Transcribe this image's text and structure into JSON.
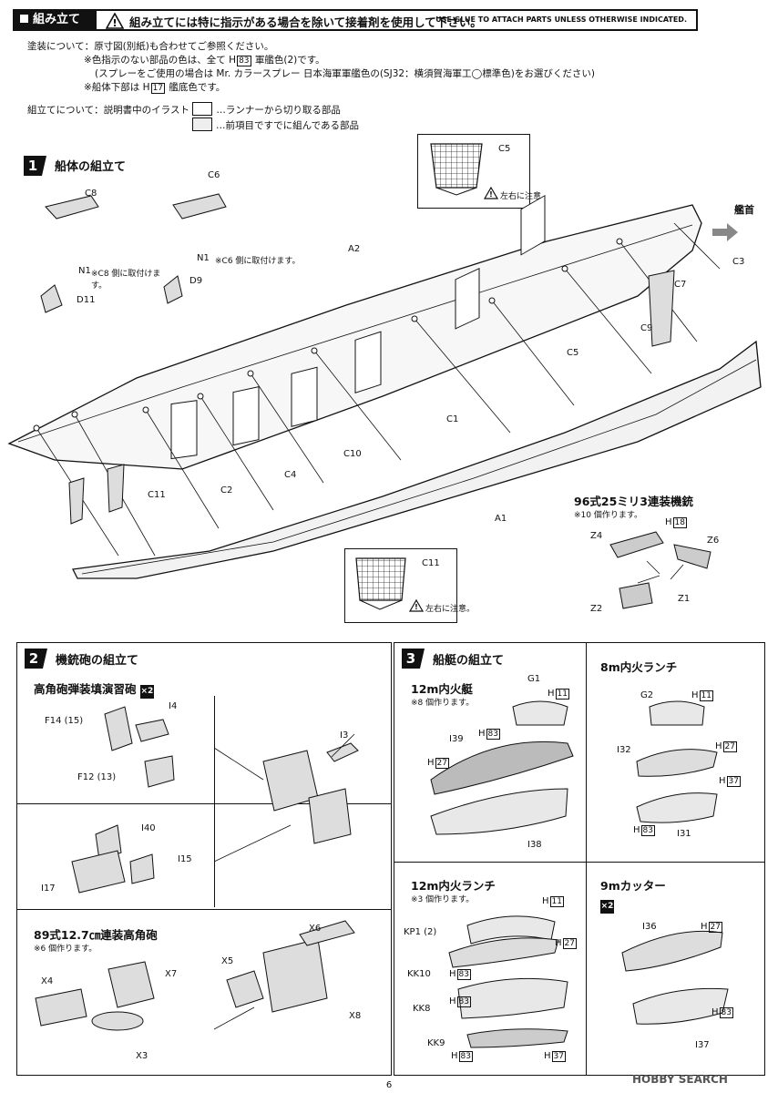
{
  "header": {
    "section_label": "組み立て",
    "warning_text": "組み立てには特に指示がある場合を除いて接着剤を使用して下さい。",
    "warning_text_en": "USE GLUE TO ATTACH PARTS UNLESS OTHERWISE INDICATED."
  },
  "painting": {
    "label": "塗装について：",
    "line1": "原寸図(別紙)も合わせてご参照ください。",
    "line2_pre": "※色指示のない部品の色は、全て",
    "line2_h": "H",
    "line2_code": "83",
    "line2_post": "軍艦色(2)です。",
    "line3": "(スプレーをご使用の場合は Mr. カラースプレー 日本海軍軍艦色の(SJ32：横須賀海軍工◯標準色)をお選びください)",
    "line4_pre": "※船体下部は",
    "line4_h": "H",
    "line4_code": "17",
    "line4_post": "艦底色です。"
  },
  "assembly_legend": {
    "label": "組立てについて：",
    "intro": "説明書中のイラスト",
    "item1": "…ランナーから切り取る部品",
    "item2": "…前項目ですでに組んである部品"
  },
  "step1": {
    "number": "1",
    "title": "船体の組立て",
    "bow_label": "艦首",
    "c5_inset_warning": "左右に注意。",
    "c11_inset_warning": "左右に注意。",
    "n1_note_c8": "※C8 側に取付けます。",
    "n1_note_c6": "※C6 側に取付けます。",
    "parts": [
      "C8",
      "N1",
      "D11",
      "C6",
      "N1",
      "D9",
      "A2",
      "C5",
      "C3",
      "C7",
      "C9",
      "C5",
      "C1",
      "C10",
      "C4",
      "C2",
      "C11",
      "A1",
      "C11"
    ],
    "gun_title": "96式25ミリ3連装機銃",
    "gun_note": "※10 個作ります。",
    "gun_parts": [
      "Z4",
      "Z6",
      "Z1",
      "Z2"
    ],
    "gun_h": "H",
    "gun_code": "18"
  },
  "step2": {
    "number": "2",
    "title": "機銃砲の組立て",
    "sub1": "高角砲弾装填演習砲",
    "sub1_x2": "×2",
    "sub1_parts": [
      "I4",
      "F14 (15)",
      "F12 (13)",
      "I3",
      "I40",
      "I15",
      "I17"
    ],
    "sub2": "89式12.7㎝連装高角砲",
    "sub2_note": "※6 個作ります。",
    "sub2_parts": [
      "X6",
      "X5",
      "X7",
      "X4",
      "X8",
      "X3"
    ]
  },
  "step3": {
    "number": "3",
    "title": "船艇の組立て",
    "boat1": {
      "title": "12m内火艇",
      "note": "※8 個作ります。",
      "parts": [
        "G1",
        "I39",
        "I38"
      ],
      "h_codes": [
        "11",
        "83",
        "27"
      ]
    },
    "boat2": {
      "title": "8m内火ランチ",
      "parts": [
        "G2",
        "I32",
        "I31"
      ],
      "h_codes": [
        "11",
        "27",
        "37",
        "83"
      ]
    },
    "boat3": {
      "title": "12m内火ランチ",
      "note": "※3 個作ります。",
      "parts": [
        "KP1 (2)",
        "KK10",
        "KK8",
        "KK9"
      ],
      "h_codes": [
        "11",
        "27",
        "83",
        "83",
        "83",
        "37"
      ]
    },
    "boat4": {
      "title": "9mカッター",
      "x2": "×2",
      "parts": [
        "I36",
        "I37"
      ],
      "h_codes": [
        "27",
        "83"
      ]
    }
  },
  "footer": {
    "page_number": "6",
    "watermark": "HOBBY SEARCH"
  }
}
